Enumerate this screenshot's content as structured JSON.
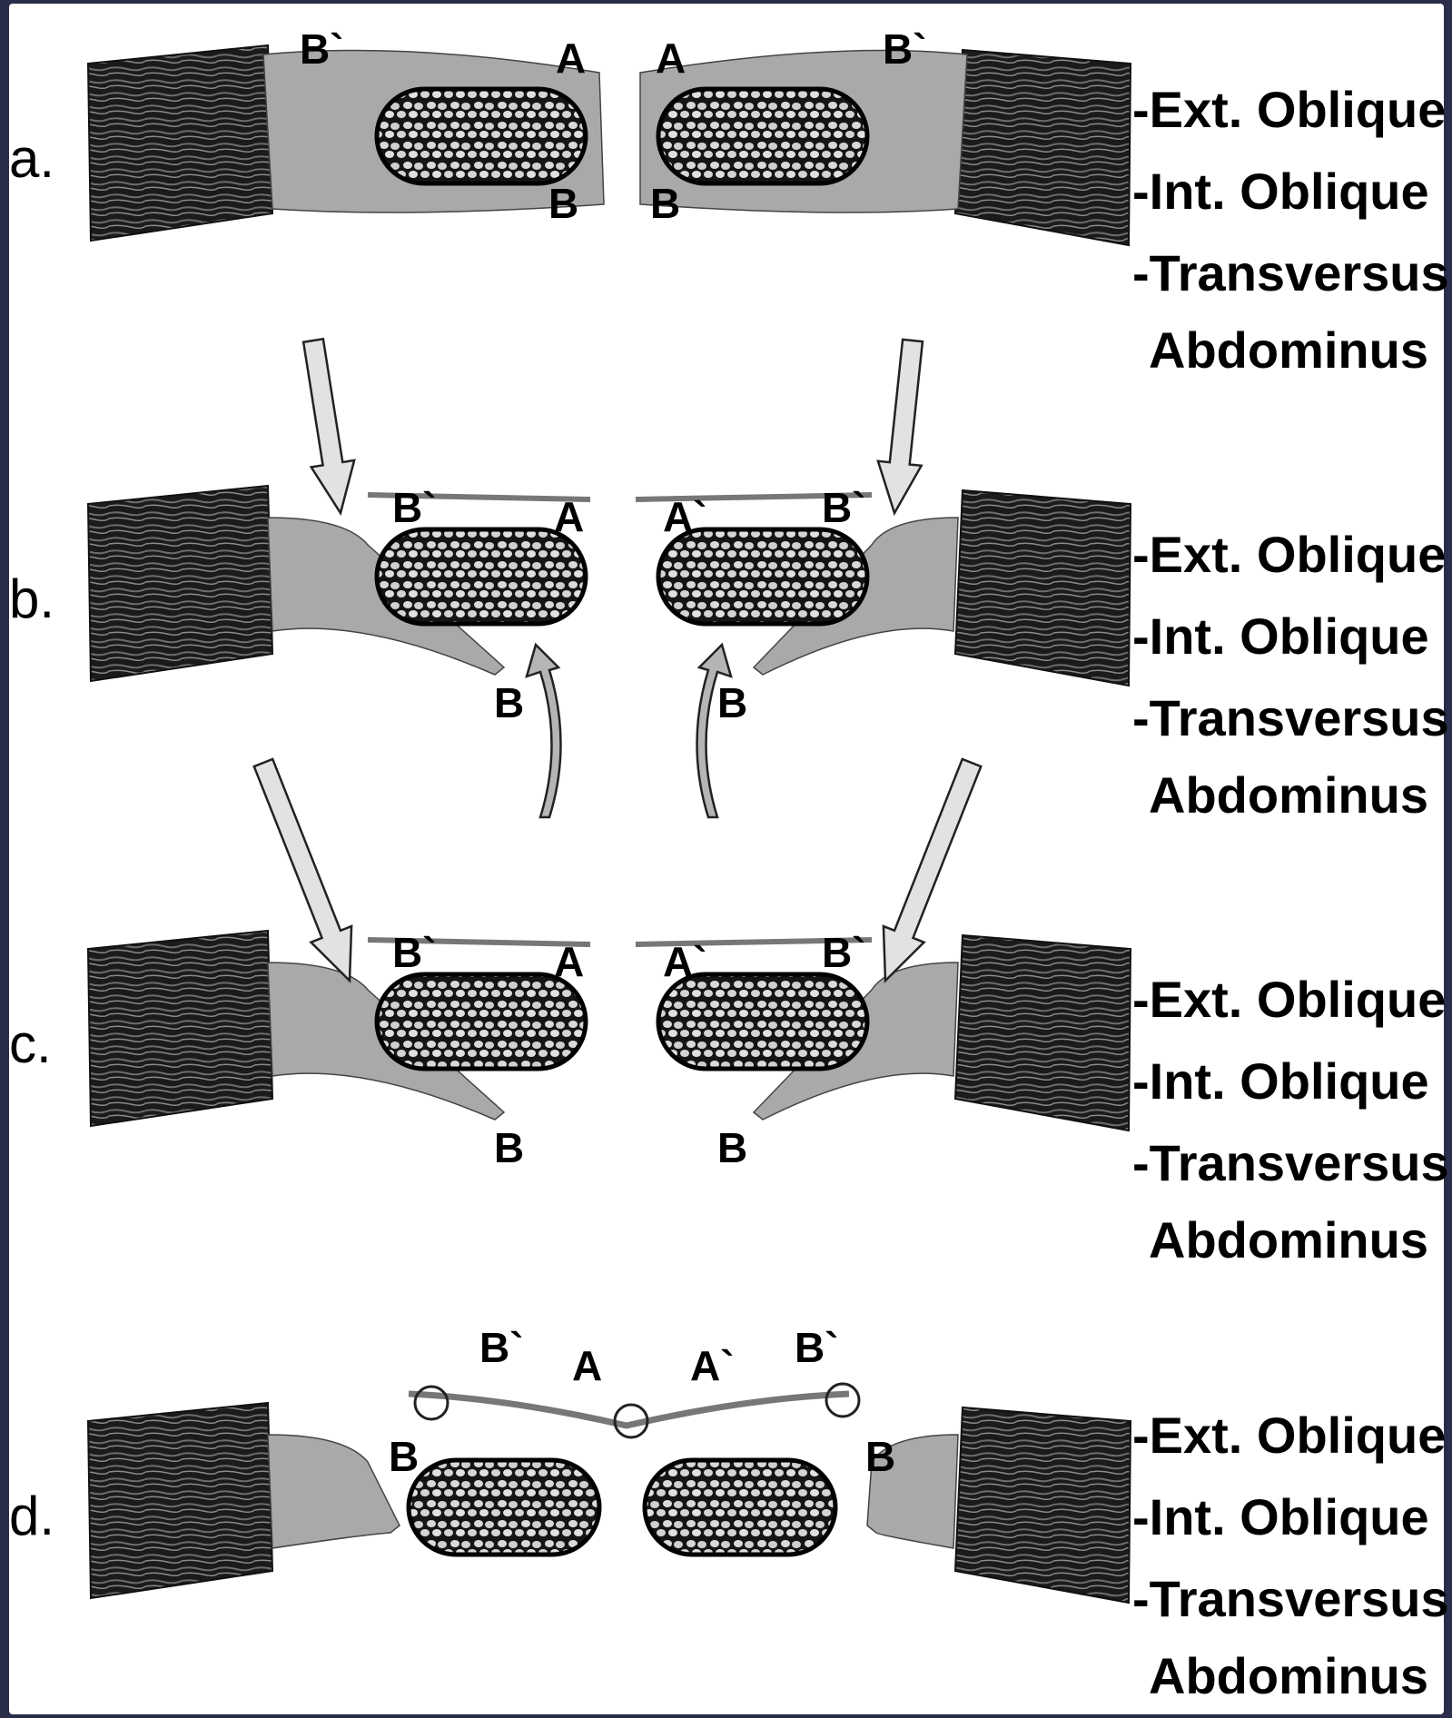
{
  "colors": {
    "background": "#2a2d4a",
    "panel": "#ffffff",
    "muscle_dark": "#1b1b1b",
    "fascia_gray": "#a9a9a9",
    "fascia_light": "#d4d4d4",
    "arrow_fill": "#e2e2e2",
    "curved_arrow_fill": "#b5b5b5"
  },
  "muscle_labels": [
    "-Ext. Oblique",
    "-Int. Oblique",
    "-Transversus",
    "Abdominus"
  ],
  "panels": [
    {
      "id": "a",
      "row_label": "a.",
      "left": {
        "top_outer": "B`",
        "top_inner": "A",
        "bottom": "B"
      },
      "right": {
        "top_inner": "A",
        "top_outer": "B`",
        "bottom": "B"
      }
    },
    {
      "id": "b",
      "row_label": "b.",
      "left": {
        "top_outer": "B`",
        "top_inner": "A",
        "bottom": "B"
      },
      "right": {
        "top_inner": "A`",
        "top_outer": "B`",
        "bottom": "B"
      }
    },
    {
      "id": "c",
      "row_label": "c.",
      "left": {
        "top_outer": "B`",
        "top_inner": "A",
        "bottom": "B"
      },
      "right": {
        "top_inner": "A`",
        "top_outer": "B`",
        "bottom": "B"
      }
    },
    {
      "id": "d",
      "row_label": "d.",
      "left": {
        "top_outer": "B`",
        "top_inner": "A",
        "bottom": "B"
      },
      "right": {
        "top_inner": "A`",
        "top_outer": "B`",
        "bottom": "B"
      }
    }
  ]
}
